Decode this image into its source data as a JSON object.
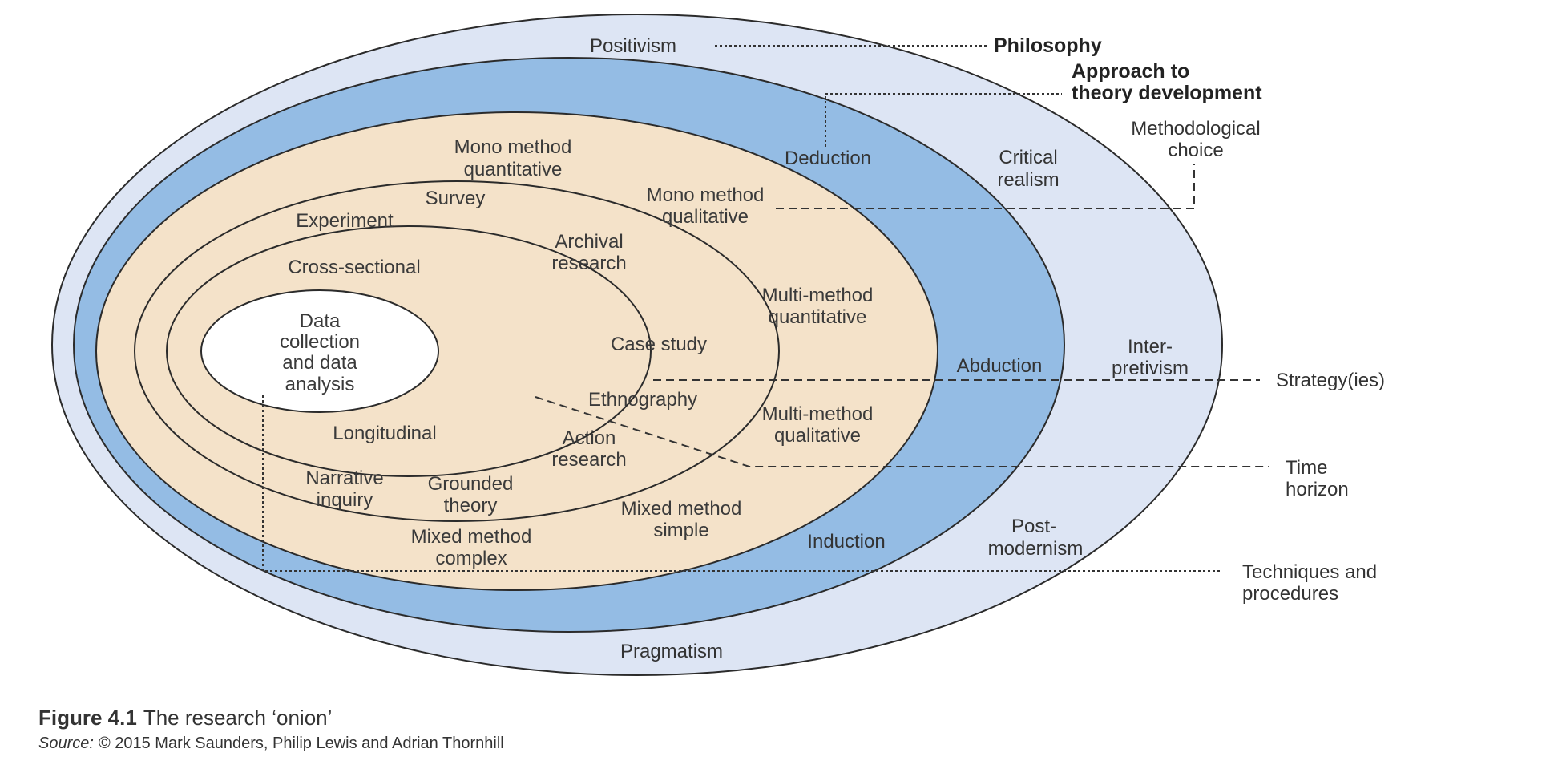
{
  "figure": {
    "number": "Figure 4.1",
    "title": "The research ‘onion’",
    "source_label": "Source:",
    "source_text": "© 2015 Mark Saunders, Philip Lewis and Adrian Thornhill"
  },
  "colors": {
    "philosophy_ring": "#dde5f4",
    "approach_ring": "#94bce4",
    "methods_ring": "#f4e2c9",
    "core": "#ffffff",
    "outline": "#2b2b2b"
  },
  "layers": {
    "philosophy": [
      "Positivism",
      "Critical",
      "realism",
      "Inter-",
      "pretivism",
      "Post-",
      "modernism",
      "Pragmatism"
    ],
    "approach": [
      "Deduction",
      "Abduction",
      "Induction"
    ],
    "choice": [
      "Mono method",
      "quantitative",
      "Mono method",
      "qualitative",
      "Multi-method",
      "quantitative",
      "Multi-method",
      "qualitative",
      "Mixed method",
      "simple",
      "Mixed method",
      "complex"
    ],
    "strategy": [
      "Survey",
      "Experiment",
      "Archival",
      "research",
      "Case study",
      "Ethnography",
      "Action",
      "research",
      "Narrative",
      "inquiry",
      "Grounded",
      "theory"
    ],
    "time": [
      "Cross-sectional",
      "Longitudinal"
    ],
    "core": [
      "Data",
      "collection",
      "and data",
      "analysis"
    ]
  },
  "legend": {
    "philosophy": "Philosophy",
    "approach": [
      "Approach to",
      "theory development"
    ],
    "choice": [
      "Methodological",
      "choice"
    ],
    "strategy": "Strategy(ies)",
    "time": [
      "Time",
      "horizon"
    ],
    "techniques": [
      "Techniques and",
      "procedures"
    ]
  }
}
